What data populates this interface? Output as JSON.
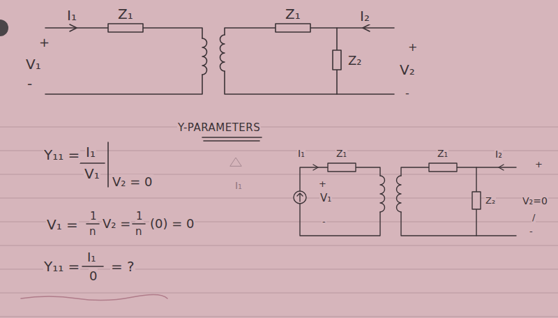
{
  "diagram": {
    "title": "Y-PARAMETERS",
    "labels": [
      "I₁",
      "Z₁",
      "Z₁",
      "I₂",
      "+",
      "V₁",
      "-",
      "Z₂",
      "+",
      "V₂",
      "-",
      "Y₁₁ =",
      "I₁",
      "V₁",
      "V₂ = 0",
      "I₁",
      "V₁ =",
      "1",
      "n",
      "V₂ =",
      "1",
      "n",
      "(0) = 0",
      "Y₁₁ =",
      "I₁",
      "0",
      "= ?",
      "I₁",
      "Z₁",
      "+",
      "V₁",
      "-",
      "Z₁",
      "I₂",
      "Z₂",
      "+",
      "V₂=0",
      "/",
      "-"
    ]
  }
}
